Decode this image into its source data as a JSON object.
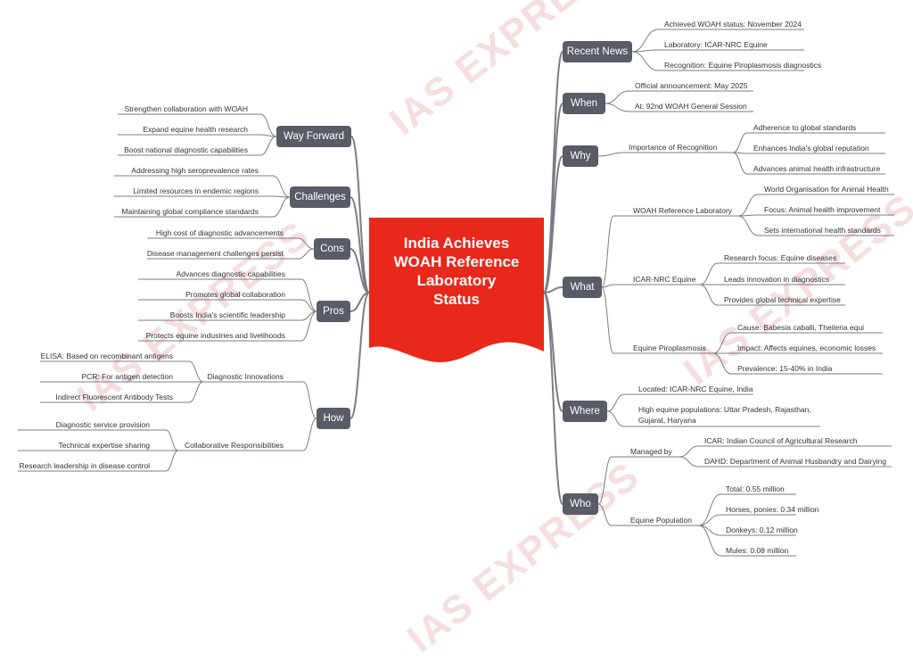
{
  "watermark": "IAS EXPRESS",
  "center": {
    "line1": "India Achieves",
    "line2": "WOAH Reference",
    "line3": "Laboratory",
    "line4": "Status"
  },
  "colors": {
    "center": "#e8281a",
    "branch": "#595c66",
    "line": "#7a7c85",
    "text": "#333333"
  },
  "right": {
    "recent_news": {
      "label": "Recent News",
      "items": [
        "Achieved WOAH status: November 2024",
        "Laboratory: ICAR-NRC Equine",
        "Recognition: Equine Piroplasmosis diagnostics"
      ]
    },
    "when": {
      "label": "When",
      "items": [
        "Official announcement: May 2025",
        "At: 92nd WOAH General Session"
      ]
    },
    "why": {
      "label": "Why",
      "sub": "Importance of Recognition",
      "items": [
        "Adherence to global standards",
        "Enhances India's global reputation",
        "Advances animal health infrastructure"
      ]
    },
    "what": {
      "label": "What",
      "groups": [
        {
          "label": "WOAH Reference Laboratory",
          "items": [
            "World Organisation for Animal Health",
            "Focus: Animal health improvement",
            "Sets international health standards"
          ]
        },
        {
          "label": "ICAR-NRC Equine",
          "items": [
            "Research focus: Equine diseases",
            "Leads innovation in diagnostics",
            "Provides global technical expertise"
          ]
        },
        {
          "label": "Equine Piroplasmosis",
          "items": [
            "Cause: Babesia caballi, Theileria equi",
            "Impact: Affects equines, economic losses",
            "Prevalence: 15-40% in India"
          ]
        }
      ]
    },
    "where": {
      "label": "Where",
      "items": [
        "Located: ICAR-NRC Equine, India",
        "High equine populations: Uttar Pradesh, Rajasthan, Gujarat, Haryana"
      ]
    },
    "who": {
      "label": "Who",
      "groups": [
        {
          "label": "Managed by",
          "items": [
            "ICAR: Indian Council of Agricultural Research",
            "DAHD: Department of Animal Husbandry and Dairying"
          ]
        },
        {
          "label": "Equine Population",
          "items": [
            "Total: 0.55 million",
            "Horses, ponies: 0.34 million",
            "Donkeys: 0.12 million",
            "Mules: 0.08 million"
          ]
        }
      ]
    }
  },
  "left": {
    "way_forward": {
      "label": "Way Forward",
      "items": [
        "Strengthen collaboration with WOAH",
        "Expand equine health research",
        "Boost national diagnostic capabilities"
      ]
    },
    "challenges": {
      "label": "Challenges",
      "items": [
        "Addressing high seroprevalence rates",
        "Limited resources in endemic regions",
        "Maintaining global compliance standards"
      ]
    },
    "cons": {
      "label": "Cons",
      "items": [
        "High cost of diagnostic advancements",
        "Disease management challenges persist"
      ]
    },
    "pros": {
      "label": "Pros",
      "items": [
        "Advances diagnostic capabilities",
        "Promotes global collaboration",
        "Boosts India's scientific leadership",
        "Protects equine industries and livelihoods"
      ]
    },
    "how": {
      "label": "How",
      "groups": [
        {
          "label": "Diagnostic Innovations",
          "items": [
            "ELISA: Based on recombinant antigens",
            "PCR: For antigen detection",
            "Indirect Fluorescent Antibody Tests"
          ]
        },
        {
          "label": "Collaborative Responsibilities",
          "items": [
            "Diagnostic service provision",
            "Technical expertise sharing",
            "Research leadership in disease control"
          ]
        }
      ]
    }
  }
}
